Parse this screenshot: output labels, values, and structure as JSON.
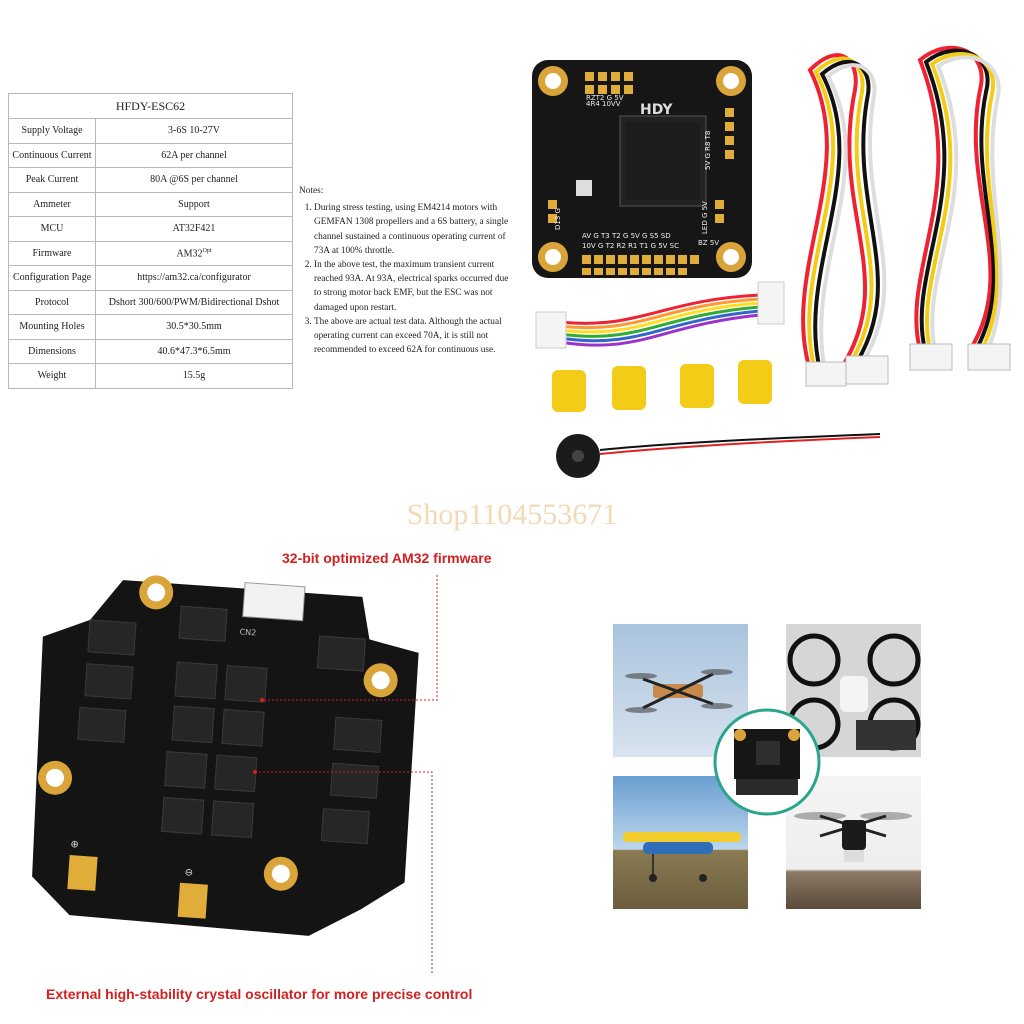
{
  "spec_table": {
    "title": "HFDY-ESC62",
    "rows": [
      {
        "key": "Supply Voltage",
        "value": "3-6S 10-27V"
      },
      {
        "key": "Continuous Current",
        "value": "62A per channel"
      },
      {
        "key": "Peak Current",
        "value": "80A @6S per channel"
      },
      {
        "key": "Ammeter",
        "value": "Support"
      },
      {
        "key": "MCU",
        "value": "AT32F421"
      },
      {
        "key": "Firmware",
        "value": "AM32"
      },
      {
        "key": "Configuration Page",
        "value": "https://am32.ca/configurator"
      },
      {
        "key": "Protocol",
        "value": "Dshort 300/600/PWM/Bidirectional Dshot"
      },
      {
        "key": "Mounting Holes",
        "value": "30.5*30.5mm"
      },
      {
        "key": "Dimensions",
        "value": "40.6*47.3*6.5mm"
      },
      {
        "key": "Weight",
        "value": "15.5g"
      }
    ],
    "firmware_superscript": "Opt"
  },
  "notes": {
    "heading": "Notes:",
    "items": [
      "During stress testing, using EM4214 motors with GEMFAN 1308 propellers and a 6S battery, a single channel sustained a continuous operating current of 73A at 100% throttle.",
      "In the above test, the maximum transient current reached 93A. At 93A, electrical sparks occurred due to strong motor back EMF, but the ESC was not damaged upon restart.",
      "The above are actual test data. Although the actual operating current can exceed 70A, it is still not recommended to exceed 62A for continuous use."
    ]
  },
  "board": {
    "brand": "HDY",
    "labels": {
      "top_a": "4R4 10VV",
      "top_b": "RZT2 G 5V",
      "right": "5V G R8 T8",
      "bottom_a": "AV G T3 T2 G 5V G S5 SD",
      "bottom_b": "10V G T2 R2 R1 T1 G 5V SC",
      "right_bottom": "BZ 5V",
      "left": "D13 G",
      "left_b": "LED G 5V"
    }
  },
  "watermark": "Shop1104553671",
  "captions": {
    "top": "32-bit optimized AM32 firmware",
    "bottom": "External high-stability crystal oscillator for more precise control"
  },
  "esc": {
    "silk": "CN2"
  },
  "colors": {
    "caption_red": "#d42020",
    "watermark": "#f3d9b4",
    "pcb_black": "#151515",
    "gold": "#d9a53a"
  }
}
